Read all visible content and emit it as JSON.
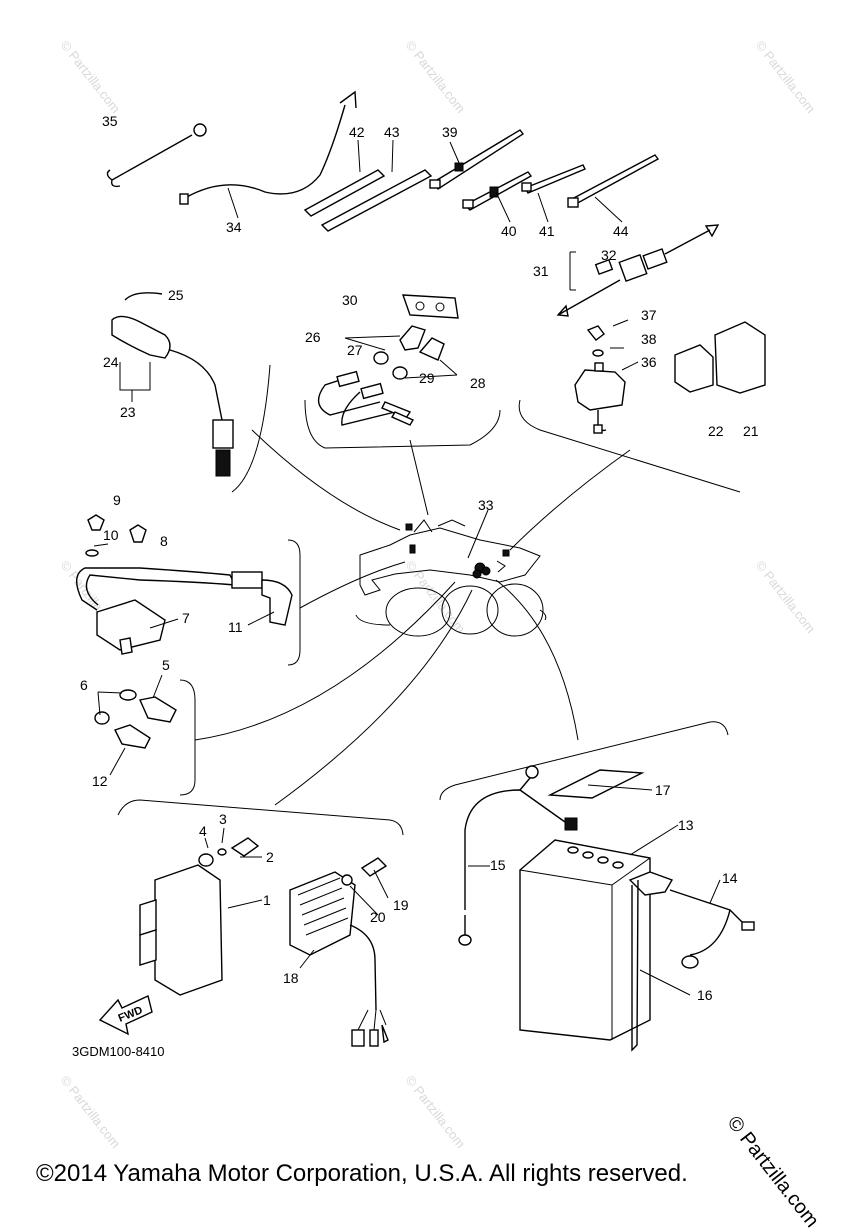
{
  "watermark": "© Partzilla.com",
  "corner_watermark": "© Partzilla.com",
  "diagram_code": "3GDM100-8410",
  "fwd_label": "FWD",
  "copyright": "©2014 Yamaha Motor Corporation, U.S.A. All rights reserved.",
  "labels": {
    "p1": "1",
    "p2": "2",
    "p3": "3",
    "p4": "4",
    "p5": "5",
    "p6": "6",
    "p7": "7",
    "p8": "8",
    "p9": "9",
    "p10": "10",
    "p11": "11",
    "p12": "12",
    "p13": "13",
    "p14": "14",
    "p15": "15",
    "p16": "16",
    "p17": "17",
    "p18": "18",
    "p19": "19",
    "p20": "20",
    "p21": "21",
    "p22": "22",
    "p23": "23",
    "p24": "24",
    "p25": "25",
    "p26": "26",
    "p27": "27",
    "p28": "28",
    "p29": "29",
    "p30": "30",
    "p31": "31",
    "p32": "32",
    "p33": "33",
    "p34": "34",
    "p35": "35",
    "p36": "36",
    "p37": "37",
    "p38": "38",
    "p39": "39",
    "p40": "40",
    "p41": "41",
    "p42": "42",
    "p43": "43",
    "p44": "44"
  }
}
